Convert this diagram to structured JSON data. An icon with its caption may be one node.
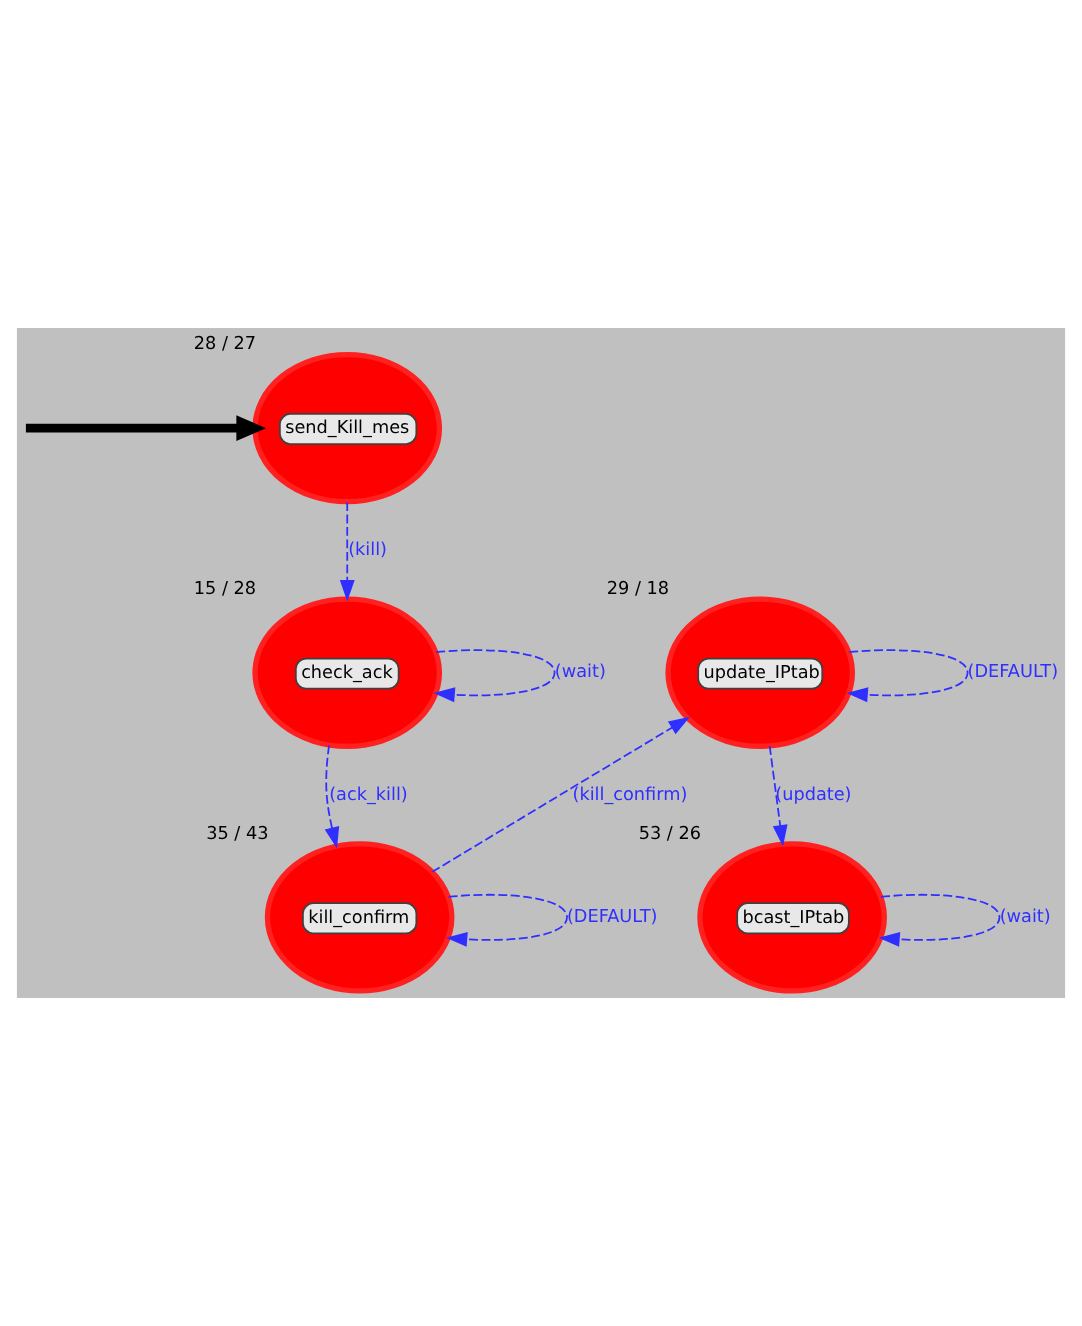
{
  "diagram": {
    "nodes": [
      {
        "text": [
          "send_Kill_mes"
        ],
        "beside": [
          "28 / 27"
        ]
      },
      {
        "text": [
          "check_ack"
        ],
        "beside": [
          "15 / 28"
        ]
      },
      {
        "text": [
          "kill_confirm"
        ],
        "beside": [
          "35 / 43"
        ]
      },
      {
        "text": [
          "update_IPtab"
        ],
        "beside": [
          "29 / 18"
        ]
      },
      {
        "text": [
          "bcast_IPtab"
        ],
        "beside": [
          "53 / 26"
        ]
      }
    ],
    "edges": [
      {
        "from": null,
        "to": 0,
        "arrow": "to",
        "style": "thick",
        "color": "#000000"
      },
      {
        "from": 0,
        "to": 1,
        "arrow": "to",
        "label": "(kill)",
        "style": "dashed"
      },
      {
        "from": 1,
        "to": 1,
        "arrow": "to",
        "label": "(wait)",
        "style": "dashed"
      },
      {
        "from": 1,
        "to": 2,
        "arrow": "to",
        "label": "(ack_kill)",
        "style": "dashed"
      },
      {
        "from": 2,
        "to": 2,
        "arrow": "to",
        "label": "(DEFAULT)",
        "style": "dashed"
      },
      {
        "from": 2,
        "to": 3,
        "arrow": "to",
        "label": "(kill_confirm)",
        "style": "dashed"
      },
      {
        "from": 3,
        "to": 3,
        "arrow": "to",
        "label": "(DEFAULT)",
        "style": "dashed"
      },
      {
        "from": 3,
        "to": 4,
        "arrow": "to",
        "label": "(update)",
        "style": "dashed"
      },
      {
        "from": 4,
        "to": 4,
        "arrow": "to",
        "label": "(wait)",
        "style": "dashed"
      }
    ]
  }
}
